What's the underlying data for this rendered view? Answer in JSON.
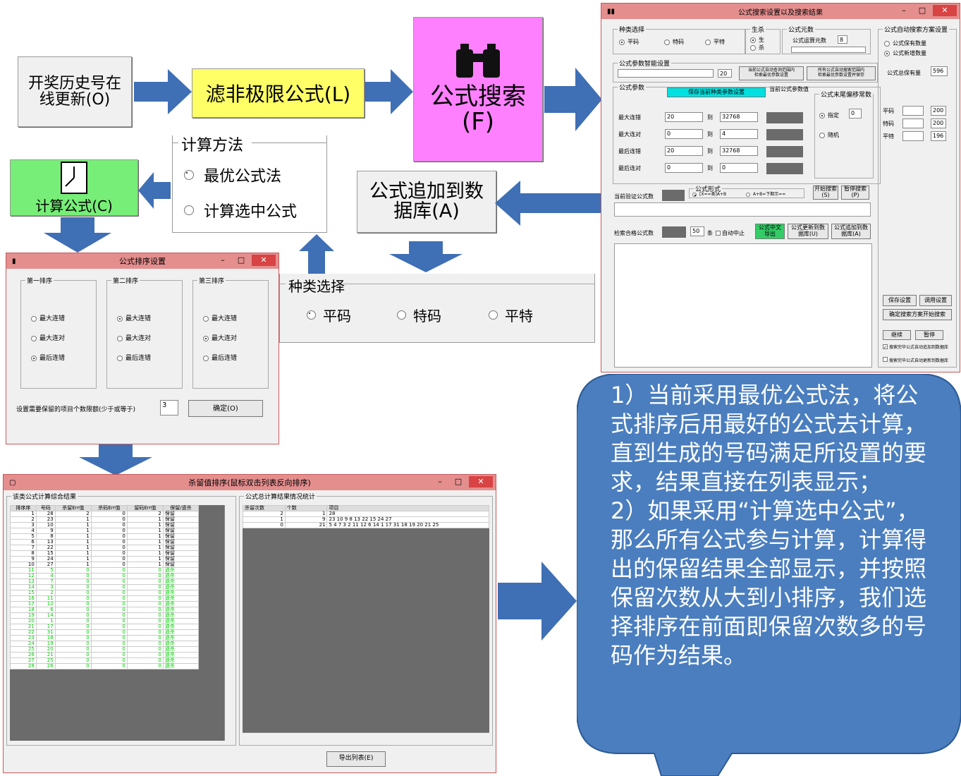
{
  "flow": {
    "history_btn": "开奖历史号在\n线更新(O)",
    "filter_btn": "滤非极限公式(L)",
    "search_btn": "公式搜索\n(F)",
    "calc_btn": "计算公式(C)",
    "append_btn": "公式追加到数\n据库(A)"
  },
  "calc_method": {
    "legend": "计算方法",
    "opt1": "最优公式法",
    "opt2": "计算选中公式"
  },
  "kind_select": {
    "legend": "种类选择",
    "opt1": "平码",
    "opt2": "特码",
    "opt3": "平特"
  },
  "search_win": {
    "title": "公式搜索设置以及搜索结果",
    "kind_legend": "种类选择",
    "kind1": "平码",
    "kind2": "特码",
    "kind3": "平特",
    "kill_legend": "生杀",
    "kill1": "生",
    "kill2": "杀",
    "elem_legend": "公式元数",
    "elem_label": "公式运算元数",
    "elem_value": "8",
    "param_legend": "公式参数智能设置",
    "param_value": "20",
    "param_note1": "当前公式自动查询范围内\n检索最优参数设置",
    "param_note2": "所有公式自动搜索范围内\n检索最优参数设置并保存",
    "params_legend": "公式参数",
    "save_params_btn": "保存当前种类参数设置",
    "cur_param_legend": "当前公式参数值",
    "tail_legend": "公式末尾偏移常数",
    "tail_fixed": "指定",
    "tail_fixed_val": "0",
    "tail_random": "随机",
    "rows": [
      {
        "label": "最大连错",
        "from": "20",
        "to": "32768"
      },
      {
        "label": "最大连对",
        "from": "0",
        "to": "4"
      },
      {
        "label": "最后连错",
        "from": "20",
        "to": "32768"
      },
      {
        "label": "最后连对",
        "from": "0",
        "to": "0"
      }
    ],
    "to_label": "到",
    "form_legend": "公式形式",
    "form_opt1": "[X==类]A+B",
    "form_opt2": "A+B=下期示==",
    "verify_label": "当前验证公式数",
    "start_btn": "开始搜索\n(S)",
    "pause_btn": "暂停搜索\n(P)",
    "pass_label": "检索合格公式数",
    "pass_value": "50",
    "pass_unit": "条",
    "auto_stop": "自动中止",
    "chinese_btn": "公式中文\n导出",
    "update_db_btn": "公式更新到数\n据库(U)",
    "append_db_btn": "公式追加到数\n据库(A)",
    "auto_legend": "公式自动搜索方案设置",
    "auto_opt1": "公式保有数量",
    "auto_opt2": "公式新增数量",
    "total_label": "公式总保有量",
    "total_value": "596",
    "side_rows": [
      {
        "label": "平码",
        "value": "200"
      },
      {
        "label": "特码",
        "value": "200"
      },
      {
        "label": "平特",
        "value": "196"
      }
    ],
    "save_set_btn": "保存设置",
    "load_set_btn": "调用设置",
    "confirm_btn": "确定搜索方案开始搜索",
    "continue_btn": "继续",
    "pause2_btn": "暂停",
    "chk1": "搜索完毕公式自动追加到数据库",
    "chk2": "搜索完毕公式自动更新到数据库"
  },
  "sort_win": {
    "title": "公式排序设置",
    "groups": [
      {
        "legend": "第一排序",
        "opts": [
          "最大连错",
          "最大连对",
          "最后连错"
        ],
        "sel": 2
      },
      {
        "legend": "第二排序",
        "opts": [
          "最大连错",
          "最大连对",
          "最后连错"
        ],
        "sel": 0
      },
      {
        "legend": "第三排序",
        "opts": [
          "最大连错",
          "最大连对",
          "最后连错"
        ],
        "sel": 1
      }
    ],
    "limit_label": "设置需要保留的项目个数限额(少于或等于)",
    "limit_value": "3",
    "ok_btn": "确定(O)"
  },
  "result_win": {
    "title": "杀留值排序(鼠标双击列表反向排序)",
    "left_legend": "该类公式计算综合结果",
    "left_headers": [
      "排序序",
      "号码",
      "杀留Err值",
      "杀码Err值",
      "留码Err值",
      "保留/遗杀"
    ],
    "left_rows": [
      [
        "1",
        "28",
        "2",
        "0",
        "2",
        "保留"
      ],
      [
        "2",
        "23",
        "1",
        "0",
        "1",
        "保留"
      ],
      [
        "3",
        "10",
        "1",
        "0",
        "1",
        "保留"
      ],
      [
        "4",
        "9",
        "1",
        "0",
        "1",
        "保留"
      ],
      [
        "5",
        "8",
        "1",
        "0",
        "1",
        "保留"
      ],
      [
        "6",
        "13",
        "1",
        "0",
        "1",
        "保留"
      ],
      [
        "7",
        "22",
        "1",
        "0",
        "1",
        "保留"
      ],
      [
        "8",
        "15",
        "1",
        "0",
        "1",
        "保留"
      ],
      [
        "9",
        "24",
        "1",
        "0",
        "1",
        "保留"
      ],
      [
        "10",
        "27",
        "1",
        "0",
        "1",
        "保留"
      ],
      [
        "11",
        "5",
        "0",
        "0",
        "0",
        "遗杀"
      ],
      [
        "12",
        "4",
        "0",
        "0",
        "0",
        "遗杀"
      ],
      [
        "13",
        "7",
        "0",
        "0",
        "0",
        "遗杀"
      ],
      [
        "14",
        "3",
        "0",
        "0",
        "0",
        "遗杀"
      ],
      [
        "15",
        "2",
        "0",
        "0",
        "0",
        "遗杀"
      ],
      [
        "16",
        "11",
        "0",
        "0",
        "0",
        "遗杀"
      ],
      [
        "17",
        "12",
        "0",
        "0",
        "0",
        "遗杀"
      ],
      [
        "18",
        "6",
        "0",
        "0",
        "0",
        "遗杀"
      ],
      [
        "19",
        "14",
        "0",
        "0",
        "0",
        "遗杀"
      ],
      [
        "20",
        "1",
        "0",
        "0",
        "0",
        "遗杀"
      ],
      [
        "21",
        "17",
        "0",
        "0",
        "0",
        "遗杀"
      ],
      [
        "22",
        "31",
        "0",
        "0",
        "0",
        "遗杀"
      ],
      [
        "23",
        "18",
        "0",
        "0",
        "0",
        "遗杀"
      ],
      [
        "24",
        "19",
        "0",
        "0",
        "0",
        "遗杀"
      ],
      [
        "25",
        "20",
        "0",
        "0",
        "0",
        "遗杀"
      ],
      [
        "26",
        "21",
        "0",
        "0",
        "0",
        "遗杀"
      ],
      [
        "27",
        "25",
        "0",
        "0",
        "0",
        "遗杀"
      ],
      [
        "28",
        "26",
        "0",
        "0",
        "0",
        "遗杀"
      ]
    ],
    "right_legend": "公式总计算结果情况统计",
    "right_headers": [
      "杀留次数",
      "个数",
      "项目"
    ],
    "right_rows": [
      [
        "2",
        "1",
        "28"
      ],
      [
        "1",
        "9",
        "23 10 9 8 13 22 15 24 27"
      ],
      [
        "0",
        "21",
        "5 4 7 3 2 11 12 6 14 1 17 31 18 19 20 21 25"
      ]
    ],
    "export_btn": "导出列表(E)"
  },
  "callout": {
    "text": "1）当前采用最优公式法，将公式排序后用最好的公式去计算，直到生成的号码满足所设置的要求，结果直接在列表显示；\n2）如果采用“计算选中公式”，那么所有公式参与计算，计算得出的保留结果全部显示，并按照保留次数从大到小排序，我们选择排序在前面即保留次数多的号码作为结果。"
  },
  "colors": {
    "arrow": "#3f6fb5",
    "callout": "#4a7ebf",
    "yellow": "#ffff66",
    "pink": "#ff80ff",
    "green": "#77ee77",
    "titlebar": "#e48e8e"
  }
}
